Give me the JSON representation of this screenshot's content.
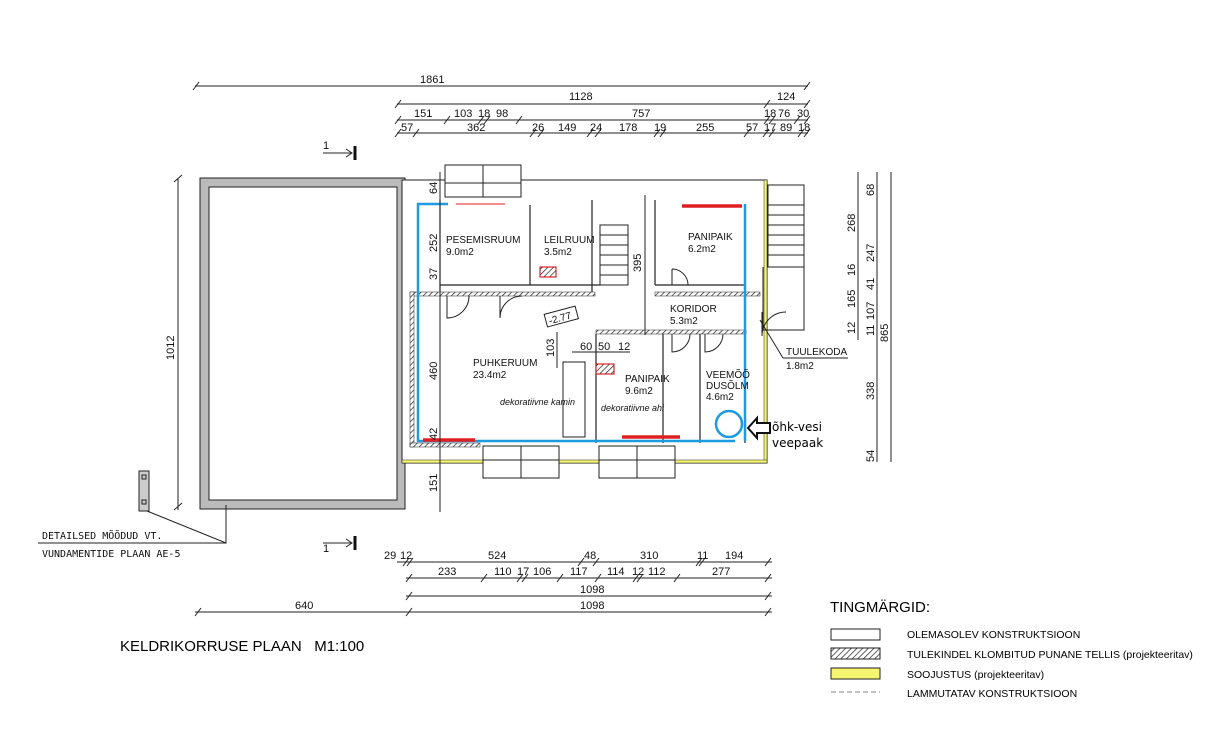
{
  "title": "KELDRIKORRUSE PLAAN   M1:100",
  "note": {
    "line1": "DETAILSED MÕÕDUD VT.",
    "line2": "VUNDAMENTIDE PLAAN AE-5"
  },
  "section_marker": "1",
  "rooms": {
    "pesemisruum": {
      "name": "PESEMISRUUM",
      "area": "9.0m2"
    },
    "leilruum": {
      "name": "LEILRUUM",
      "area": "3.5m2"
    },
    "panipaik_top": {
      "name": "PANIPAIK",
      "area": "6.2m2"
    },
    "koridor": {
      "name": "KORIDOR",
      "area": "5.3m2"
    },
    "puhkeruum": {
      "name": "PUHKERUUM",
      "area": "23.4m2"
    },
    "panipaik_bottom": {
      "name": "PANIPAIK",
      "area": "9.6m2"
    },
    "veemoodusolm": {
      "name1": "VEEMÕÕ",
      "name2": "DUSÕLM",
      "area": "4.6m2"
    },
    "tuulekoda": {
      "name": "TUULEKODA",
      "area": "1.8m2"
    }
  },
  "annotations": {
    "kamin": "dekoratiivne kamin",
    "ahi": "dekoratiivne ahi",
    "level": "-2.77",
    "tank1": "õhk-vesi",
    "tank2": "veepaak"
  },
  "dims": {
    "top1": [
      "1861"
    ],
    "top2": [
      "1128",
      "124"
    ],
    "top3": [
      "151",
      "103",
      "18",
      "98",
      "757",
      "18",
      "76",
      "30"
    ],
    "top4": [
      "57",
      "362",
      "26",
      "149",
      "24",
      "178",
      "19",
      "255",
      "57",
      "17",
      "89",
      "18"
    ],
    "bot1": [
      "29",
      "12",
      "524",
      "48",
      "310",
      "11",
      "194"
    ],
    "bot2": [
      "233",
      "110",
      "17",
      "106",
      "117",
      "114",
      "12",
      "112",
      "277"
    ],
    "bot3": [
      "1098"
    ],
    "bot4": [
      "640",
      "1098"
    ],
    "right1": [
      "268",
      "16",
      "165",
      "12"
    ],
    "right2": [
      "68",
      "247",
      "41",
      "107",
      "11",
      "338",
      "54"
    ],
    "right3": [
      "865"
    ],
    "left": [
      "1012"
    ],
    "inner_v": [
      "64",
      "252",
      "37",
      "460",
      "42",
      "151"
    ],
    "inner": [
      "103",
      "60",
      "50",
      "12",
      "395"
    ]
  },
  "legend": {
    "title": "TINGMÄRGID:",
    "items": [
      {
        "label": "OLEMASOLEV KONSTRUKTSIOON",
        "suffix": ""
      },
      {
        "label": "TULEKINDEL KLOMBITUD PUNANE TELLIS",
        "suffix": " (projekteeritav)"
      },
      {
        "label": "SOOJUSTUS",
        "suffix": " (projekteeritav)"
      },
      {
        "label": "LAMMUTATAV KONSTRUKTSIOON",
        "suffix": ""
      }
    ]
  },
  "colors": {
    "pipe": "#1e9be0",
    "heater": "#e02020",
    "insulation": "#f5f570"
  }
}
